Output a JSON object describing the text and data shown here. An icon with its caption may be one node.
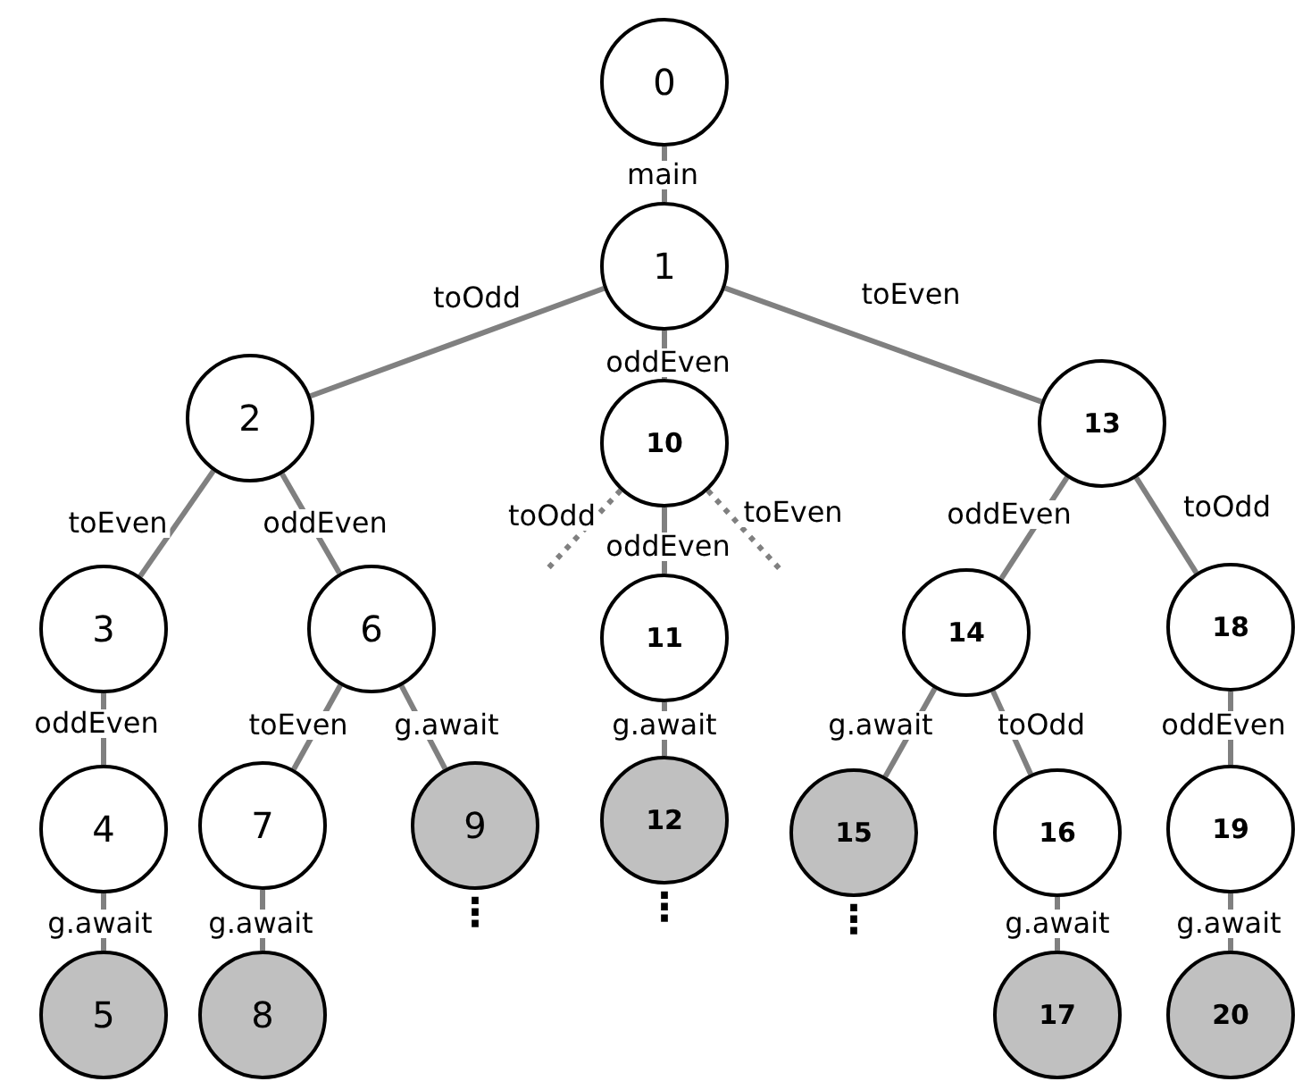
{
  "diagram": {
    "nodes": [
      {
        "text": [
          "0"
        ]
      },
      {
        "text": [
          "1"
        ]
      },
      {
        "text": [
          "2"
        ]
      },
      {
        "text": [
          "3"
        ]
      },
      {
        "text": [
          "4"
        ]
      },
      {
        "text": [
          "5"
        ]
      },
      {
        "text": [
          "6"
        ]
      },
      {
        "text": [
          "7"
        ]
      },
      {
        "text": [
          "8"
        ]
      },
      {
        "text": [
          "9"
        ],
        "beside": [
          "⋮"
        ]
      },
      {
        "text": [
          "10"
        ]
      },
      {
        "text": [
          "11"
        ]
      },
      {
        "text": [
          "12"
        ],
        "beside": [
          "⋮"
        ]
      },
      {
        "text": [
          "13"
        ]
      },
      {
        "text": [
          "14"
        ]
      },
      {
        "text": [
          "15"
        ],
        "beside": [
          "⋮"
        ]
      },
      {
        "text": [
          "16"
        ]
      },
      {
        "text": [
          "17"
        ]
      },
      {
        "text": [
          "18"
        ]
      },
      {
        "text": [
          "19"
        ]
      },
      {
        "text": [
          "20"
        ]
      }
    ],
    "edges": [
      {
        "from": 0,
        "to": 1,
        "arrow": "none",
        "label": "main"
      },
      {
        "from": 1,
        "to": 2,
        "arrow": "none",
        "label": "toOdd"
      },
      {
        "from": 1,
        "to": 13,
        "arrow": "none",
        "label": "toEven"
      },
      {
        "from": 1,
        "to": 10,
        "arrow": "none",
        "label": "oddEven"
      },
      {
        "from": 2,
        "to": 3,
        "arrow": "none",
        "label": "toEven"
      },
      {
        "from": 2,
        "to": 6,
        "arrow": "none",
        "label": "oddEven"
      },
      {
        "from": 3,
        "to": 4,
        "arrow": "none",
        "label": "oddEven"
      },
      {
        "from": 4,
        "to": 5,
        "arrow": "none",
        "label": "g.await"
      },
      {
        "from": 6,
        "to": 7,
        "arrow": "none",
        "label": "toEven"
      },
      {
        "from": 6,
        "to": 9,
        "arrow": "none",
        "label": "g.await"
      },
      {
        "from": 7,
        "to": 8,
        "arrow": "none",
        "label": "g.await"
      },
      {
        "from": 10,
        "to": 11,
        "arrow": "none",
        "label": "oddEven"
      },
      {
        "from": 11,
        "to": 12,
        "arrow": "none",
        "label": "g.await"
      },
      {
        "from": 13,
        "to": 14,
        "arrow": "none",
        "label": "oddEven"
      },
      {
        "from": 13,
        "to": 18,
        "arrow": "none",
        "label": "toOdd"
      },
      {
        "from": 14,
        "to": 15,
        "arrow": "none",
        "label": "g.await"
      },
      {
        "from": 14,
        "to": 16,
        "arrow": "none",
        "label": "toOdd"
      },
      {
        "from": 16,
        "to": 17,
        "arrow": "none",
        "label": "g.await"
      },
      {
        "from": 18,
        "to": 19,
        "arrow": "none",
        "label": "oddEven"
      },
      {
        "from": 19,
        "to": 20,
        "arrow": "none",
        "label": "g.await"
      },
      {
        "from": 10,
        "to": null,
        "arrow": "none",
        "label": "toOdd",
        "style": "dashed"
      },
      {
        "from": 10,
        "to": null,
        "arrow": "none",
        "label": "toEven",
        "style": "dashed"
      }
    ],
    "labels": []
  }
}
